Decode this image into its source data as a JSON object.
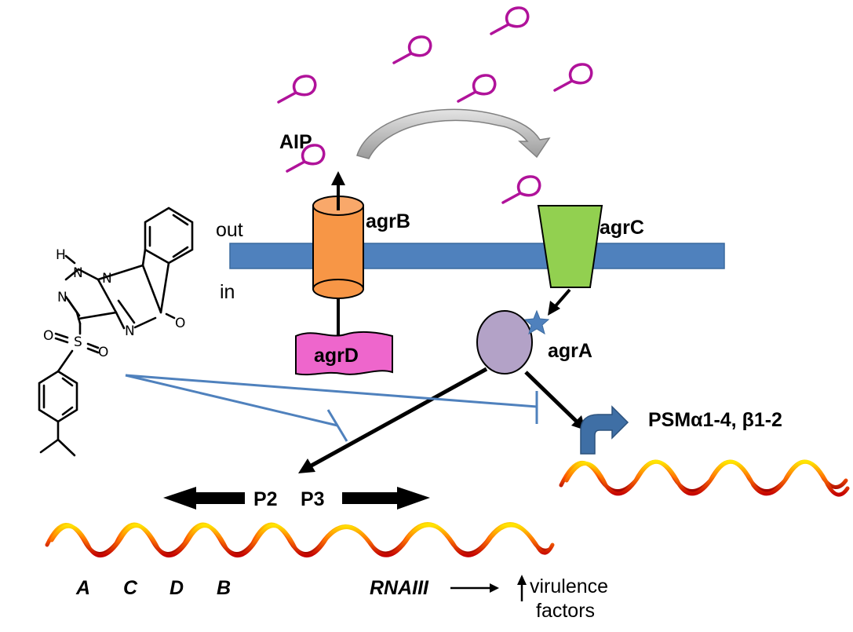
{
  "labels": {
    "aip": "AIP",
    "out": "out",
    "in": "in",
    "agrB": "agrB",
    "agrC": "agrC",
    "agrD": "agrD",
    "agrA": "agrA",
    "psm": "PSMα1-4, β1-2",
    "p2": "P2",
    "p3": "P3",
    "genes": [
      "A",
      "C",
      "D",
      "B"
    ],
    "rnaiii": "RNAIII",
    "virulence_line1": "virulence",
    "virulence_line2": "factors"
  },
  "chem_atoms": {
    "h": "H",
    "n1": "N",
    "n2": "N",
    "n3": "N",
    "n4": "N",
    "o_keto": "O",
    "o1": "O",
    "s": "S",
    "o2": "O"
  },
  "colors": {
    "membrane": "#4f81bd",
    "agrB": "#f79646",
    "agrC": "#92d050",
    "agrD": "#ee66cc",
    "agrA": "#b3a2c7",
    "aip": "#b0129a",
    "inhibitor": "#4f81bd",
    "promoter_arrow": "#3f6fa5",
    "star": "#4f81bd",
    "dna_light": "#ffcc00",
    "dna_dark": "#cc1100"
  }
}
